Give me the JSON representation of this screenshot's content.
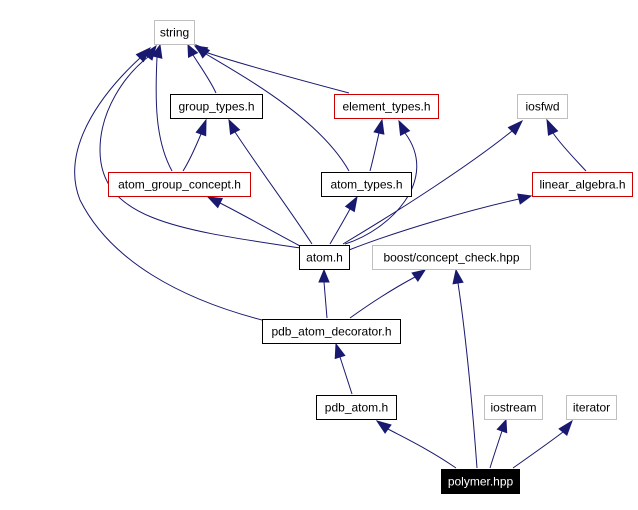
{
  "colors": {
    "edge": "#191970",
    "documented_border": "#000000",
    "undocumented_border": "#bfbfbf",
    "incomplete_border": "#cc0000",
    "root_fill": "#000000",
    "root_text": "#ffffff"
  },
  "nodes": [
    {
      "id": "string",
      "label": "string",
      "kind": "external"
    },
    {
      "id": "group_types",
      "label": "group_types.h",
      "kind": "documented"
    },
    {
      "id": "element_types",
      "label": "element_types.h",
      "kind": "incomplete"
    },
    {
      "id": "iosfwd",
      "label": "iosfwd",
      "kind": "external"
    },
    {
      "id": "atom_group_concept",
      "label": "atom_group_concept.h",
      "kind": "incomplete"
    },
    {
      "id": "atom_types",
      "label": "atom_types.h",
      "kind": "documented"
    },
    {
      "id": "linear_algebra",
      "label": "linear_algebra.h",
      "kind": "incomplete"
    },
    {
      "id": "atom",
      "label": "atom.h",
      "kind": "documented"
    },
    {
      "id": "concept_check",
      "label": "boost/concept_check.hpp",
      "kind": "external"
    },
    {
      "id": "pdb_atom_decorator",
      "label": "pdb_atom_decorator.h",
      "kind": "documented"
    },
    {
      "id": "pdb_atom",
      "label": "pdb_atom.h",
      "kind": "documented"
    },
    {
      "id": "iostream",
      "label": "iostream",
      "kind": "external"
    },
    {
      "id": "iterator",
      "label": "iterator",
      "kind": "external"
    },
    {
      "id": "polymer",
      "label": "polymer.hpp",
      "kind": "root"
    }
  ],
  "edges": [
    {
      "from": "group_types",
      "to": "string"
    },
    {
      "from": "element_types",
      "to": "string"
    },
    {
      "from": "atom_group_concept",
      "to": "string"
    },
    {
      "from": "atom_group_concept",
      "to": "group_types"
    },
    {
      "from": "atom_types",
      "to": "string"
    },
    {
      "from": "atom_types",
      "to": "element_types"
    },
    {
      "from": "linear_algebra",
      "to": "iosfwd"
    },
    {
      "from": "atom",
      "to": "string"
    },
    {
      "from": "atom",
      "to": "group_types"
    },
    {
      "from": "atom",
      "to": "element_types"
    },
    {
      "from": "atom",
      "to": "iosfwd"
    },
    {
      "from": "atom",
      "to": "atom_group_concept"
    },
    {
      "from": "atom",
      "to": "atom_types"
    },
    {
      "from": "atom",
      "to": "linear_algebra"
    },
    {
      "from": "pdb_atom_decorator",
      "to": "string"
    },
    {
      "from": "pdb_atom_decorator",
      "to": "atom"
    },
    {
      "from": "pdb_atom_decorator",
      "to": "concept_check"
    },
    {
      "from": "pdb_atom",
      "to": "pdb_atom_decorator"
    },
    {
      "from": "polymer",
      "to": "pdb_atom"
    },
    {
      "from": "polymer",
      "to": "concept_check"
    },
    {
      "from": "polymer",
      "to": "iostream"
    },
    {
      "from": "polymer",
      "to": "iterator"
    }
  ]
}
